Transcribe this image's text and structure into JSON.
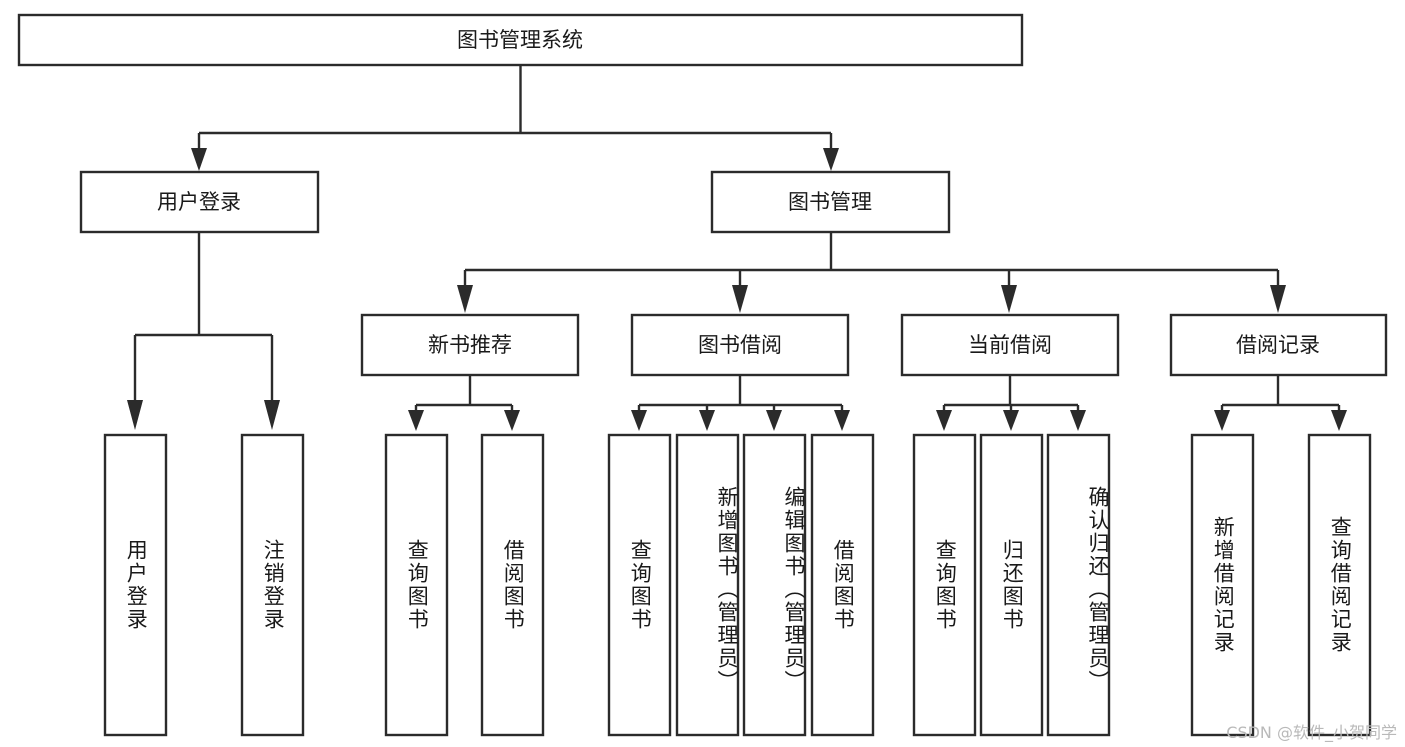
{
  "diagram": {
    "type": "tree-hierarchy",
    "title": "图书管理系统",
    "watermark": "CSDN @软件_小贺同学",
    "colors": {
      "background": "#ffffff",
      "stroke": "#2b2b2b",
      "text": "#1a1a1a",
      "watermark": "#b9b9b9"
    },
    "nodes": {
      "root": {
        "label": "图书管理系统",
        "orientation": "horizontal"
      },
      "level1": [
        {
          "id": "user-login",
          "label": "用户登录",
          "orientation": "horizontal"
        },
        {
          "id": "book-manage",
          "label": "图书管理",
          "orientation": "horizontal"
        }
      ],
      "level2": [
        {
          "id": "new-book-recommend",
          "label": "新书推荐",
          "orientation": "horizontal"
        },
        {
          "id": "book-borrow",
          "label": "图书借阅",
          "orientation": "horizontal"
        },
        {
          "id": "current-borrow",
          "label": "当前借阅",
          "orientation": "horizontal"
        },
        {
          "id": "borrow-record",
          "label": "借阅记录",
          "orientation": "horizontal"
        }
      ],
      "leaves": {
        "user-login": [
          {
            "id": "leaf-user-login",
            "label": "用户登录",
            "orientation": "vertical"
          },
          {
            "id": "leaf-logout",
            "label": "注销登录",
            "orientation": "vertical"
          }
        ],
        "new-book-recommend": [
          {
            "id": "leaf-query-book-1",
            "label": "查询图书",
            "orientation": "vertical"
          },
          {
            "id": "leaf-borrow-book-1",
            "label": "借阅图书",
            "orientation": "vertical"
          }
        ],
        "book-borrow": [
          {
            "id": "leaf-query-book-2",
            "label": "查询图书",
            "orientation": "vertical"
          },
          {
            "id": "leaf-add-book",
            "label": "新增图书（管理员）",
            "orientation": "vertical"
          },
          {
            "id": "leaf-edit-book",
            "label": "编辑图书（管理员）",
            "orientation": "vertical"
          },
          {
            "id": "leaf-borrow-book-2",
            "label": "借阅图书",
            "orientation": "vertical"
          }
        ],
        "current-borrow": [
          {
            "id": "leaf-query-book-3",
            "label": "查询图书",
            "orientation": "vertical"
          },
          {
            "id": "leaf-return-book",
            "label": "归还图书",
            "orientation": "vertical"
          },
          {
            "id": "leaf-confirm-return",
            "label": "确认归还（管理员）",
            "orientation": "vertical"
          }
        ],
        "borrow-record": [
          {
            "id": "leaf-add-record",
            "label": "新增借阅记录",
            "orientation": "vertical"
          },
          {
            "id": "leaf-query-record",
            "label": "查询借阅记录",
            "orientation": "vertical"
          }
        ]
      }
    }
  }
}
